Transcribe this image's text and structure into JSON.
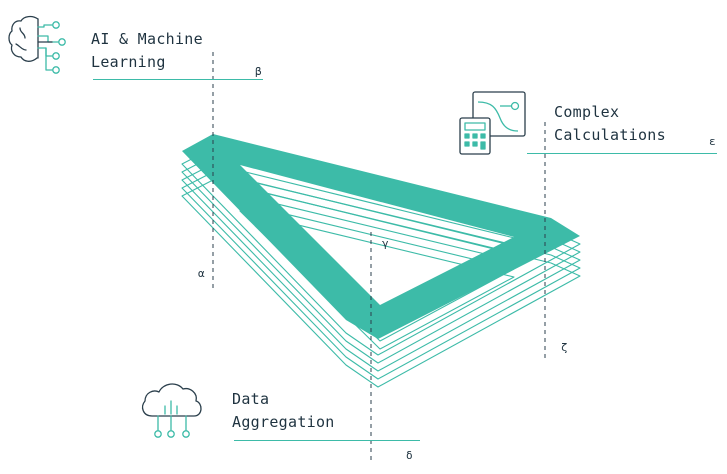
{
  "colors": {
    "accent": "#3dbba8",
    "ink": "#1f3340",
    "icon_stroke": "#2b3f4c",
    "dash": "#2b3f4c"
  },
  "labels": {
    "ai": {
      "line1": "AI & Machine",
      "line2": "Learning"
    },
    "complex": {
      "line1": "Complex",
      "line2": "Calculations"
    },
    "data": {
      "line1": "Data",
      "line2": "Aggregation"
    }
  },
  "greek": {
    "alpha": "α",
    "beta": "β",
    "gamma": "γ",
    "delta": "δ",
    "epsilon": "ε",
    "zeta": "ζ"
  },
  "icons": {
    "ai": "brain-circuit-icon",
    "calc": "calculator-chart-icon",
    "cloud": "cloud-network-icon"
  }
}
